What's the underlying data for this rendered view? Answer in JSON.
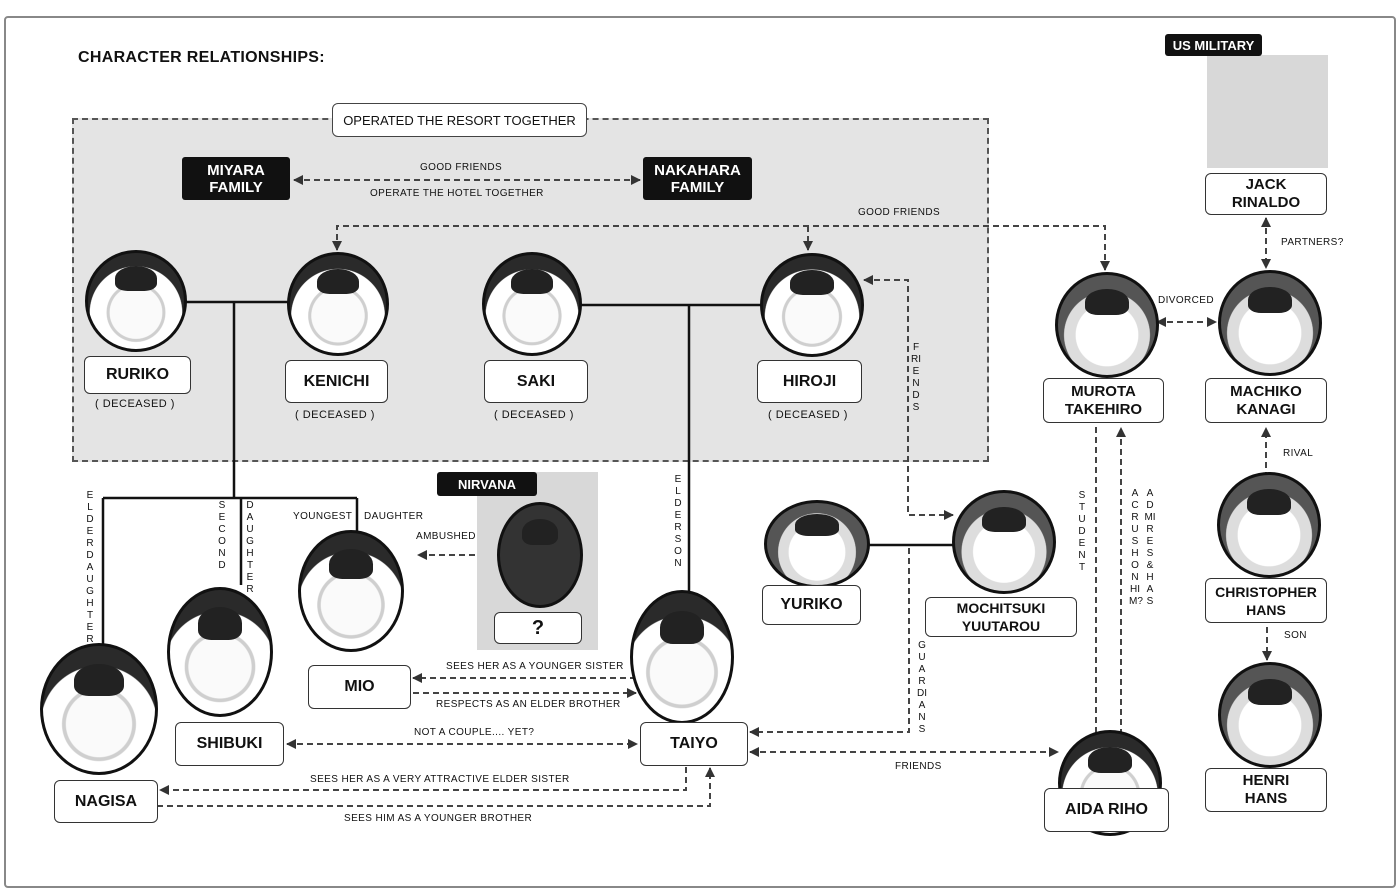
{
  "title": "CHARACTER RELATIONSHIPS:",
  "region_label": "OPERATED THE RESORT TOGETHER",
  "groups": {
    "miyara": "MIYARA FAMILY",
    "nakahara": "NAKAHARA FAMILY",
    "nirvana": "NIRVANA",
    "us_military": "US MILITARY"
  },
  "characters": {
    "ruriko": {
      "name": "RURIKO",
      "note": "( DECEASED )"
    },
    "kenichi": {
      "name": "KENICHI",
      "note": "( DECEASED )"
    },
    "saki": {
      "name": "SAKI",
      "note": "( DECEASED )"
    },
    "hiroji": {
      "name": "HIROJI",
      "note": "( DECEASED )"
    },
    "nagisa": {
      "name": "NAGISA"
    },
    "shibuki": {
      "name": "SHIBUKI"
    },
    "mio": {
      "name": "MIO"
    },
    "unknown": {
      "name": "?"
    },
    "taiyo": {
      "name": "TAIYO"
    },
    "yuriko": {
      "name": "YURIKO"
    },
    "mochitsuki": {
      "name": "MOCHITSUKI YUUTAROU"
    },
    "murota": {
      "name": "MUROTA TAKEHIRO"
    },
    "machiko": {
      "name": "MACHIKO KANAGI"
    },
    "jack": {
      "name": "JACK RINALDO"
    },
    "christopher": {
      "name": "CHRISTOPHER HANS"
    },
    "henri": {
      "name": "HENRI HANS"
    },
    "aida": {
      "name": "AIDA RIHO"
    }
  },
  "relations": {
    "families_top": "GOOD FRIENDS",
    "families_bottom": "OPERATE THE HOTEL TOGETHER",
    "good_friends": "GOOD FRIENDS",
    "hiroji_mochitsuki": "FRIENDS",
    "elder_daughter": "ELDER DAUGHTER",
    "second": "SECOND",
    "daughter": "DAUGHTER",
    "youngest": "YOUNGEST",
    "youngest_daughter": "DAUGHTER",
    "elder_son": "ELDER SON",
    "ambushed": "AMBUSHED",
    "taiyo_mio": "SEES HER AS A YOUNGER SISTER",
    "mio_taiyo": "RESPECTS AS AN ELDER BROTHER",
    "shibuki_taiyo": "NOT A COUPLE.... YET?",
    "taiyo_nagisa": "SEES HER AS A VERY ATTRACTIVE ELDER SISTER",
    "nagisa_taiyo": "SEES HIM AS A YOUNGER BROTHER",
    "guardians": "GUARDIANS",
    "taiyo_aida": "FRIENDS",
    "student": "STUDENT",
    "crush": "A CRUSH ON HIM?",
    "admires": "ADMIRES & HAS",
    "divorced": "DIVORCED",
    "partners": "PARTNERS?",
    "rival": "RIVAL",
    "son": "SON"
  }
}
